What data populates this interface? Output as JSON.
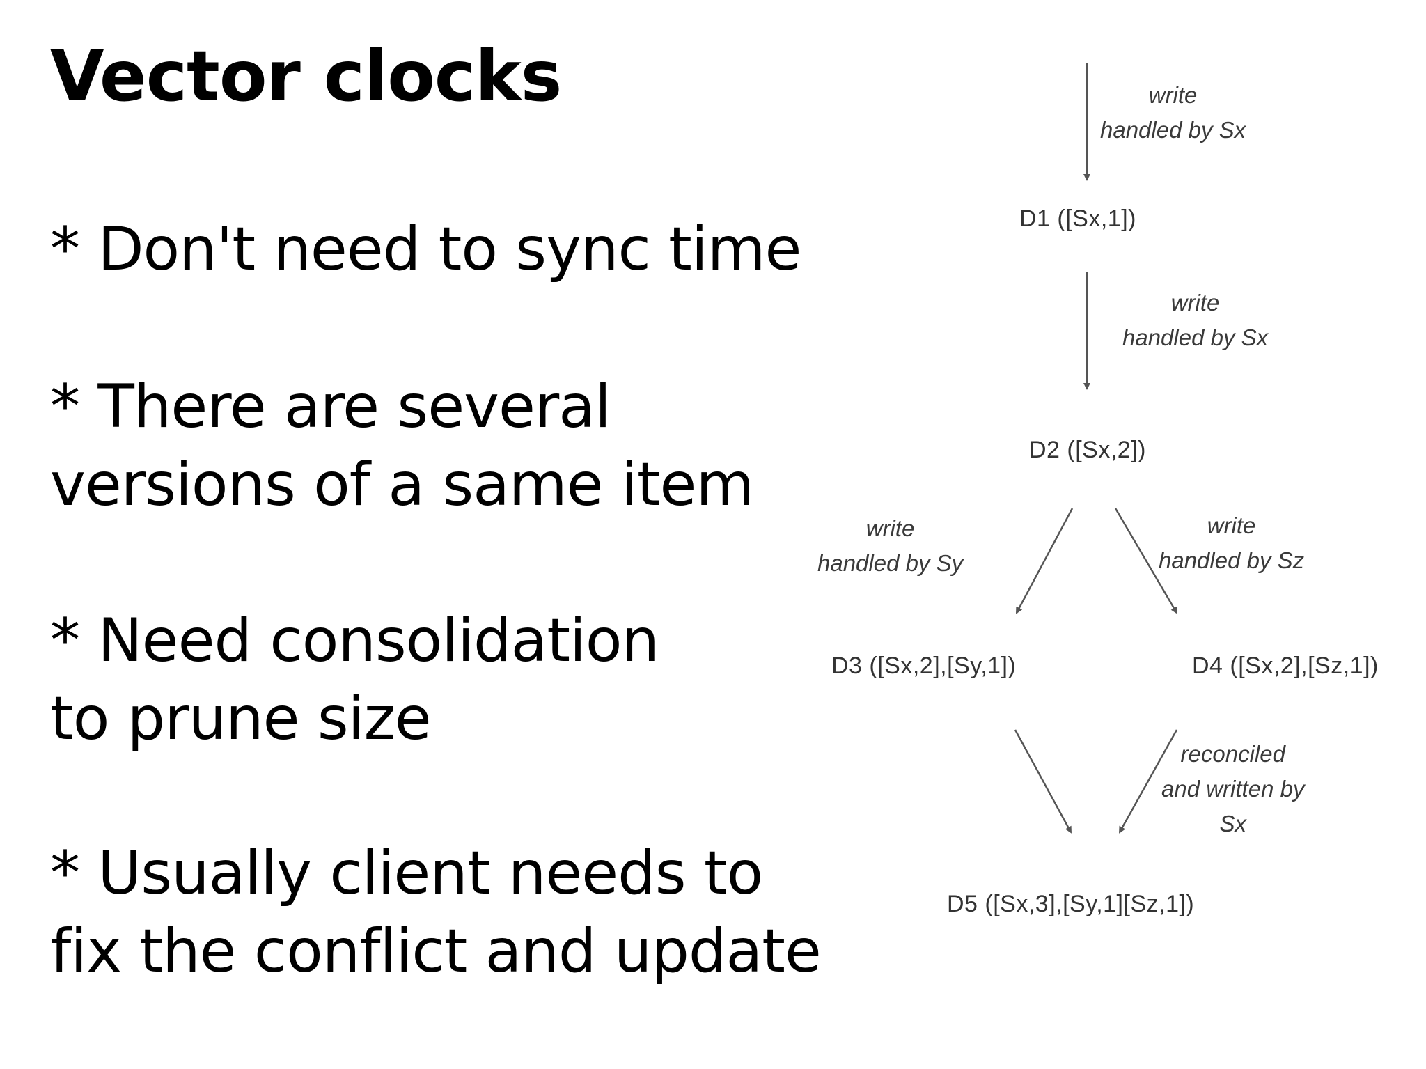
{
  "title": "Vector clocks",
  "bullets": [
    [
      "* Don't need to sync time"
    ],
    [
      "* There are several",
      "versions of a same item"
    ],
    [
      "* Need consolidation",
      "to prune size"
    ],
    [
      "* Usually client needs to",
      "fix the conflict and update"
    ]
  ],
  "diagram": {
    "nodes": {
      "d1": "D1 ([Sx,1])",
      "d2": "D2 ([Sx,2])",
      "d3": "D3 ([Sx,2],[Sy,1])",
      "d4": "D4 ([Sx,2],[Sz,1])",
      "d5": "D5 ([Sx,3],[Sy,1][Sz,1])"
    },
    "edges": {
      "in_d1": [
        "write",
        "handled by Sx"
      ],
      "d1_d2": [
        "write",
        "handled by Sx"
      ],
      "d2_d3": [
        "write",
        "handled by Sy"
      ],
      "d2_d4": [
        "write",
        "handled by Sz"
      ],
      "d4_d5": [
        "reconciled",
        "and written by",
        "Sx"
      ]
    },
    "colors": {
      "arrow": "#555555",
      "node_text": "#333333",
      "edge_text": "#3a3a3a"
    }
  }
}
